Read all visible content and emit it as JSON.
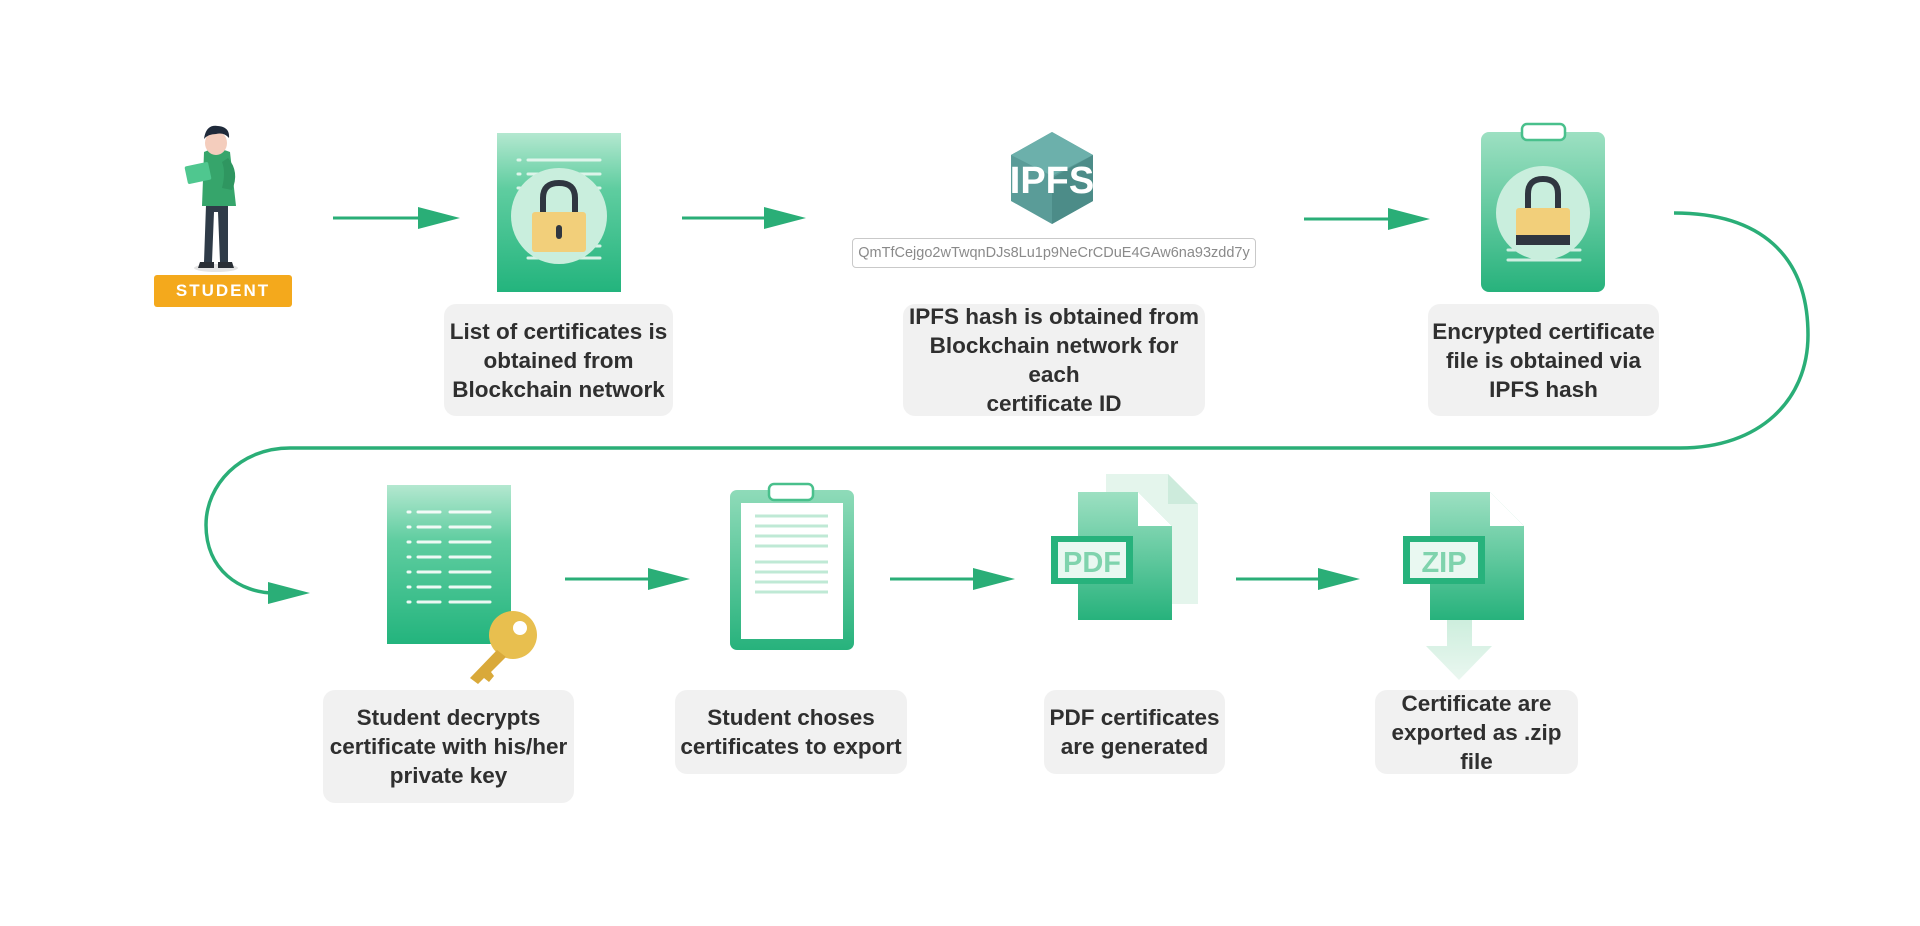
{
  "actor": {
    "label": "STUDENT"
  },
  "ipfs": {
    "logo_text": "IPFS",
    "hash": "QmTfCejgo2wTwqnDJs8Lu1p9NeCrCDuE4GAw6na93zdd7y"
  },
  "file_badges": {
    "pdf": "PDF",
    "zip": "ZIP"
  },
  "steps": [
    {
      "text": "List of certificates is\nobtained from\nBlockchain network"
    },
    {
      "text": "IPFS hash is obtained from\nBlockchain network for each\ncertificate ID"
    },
    {
      "text": "Encrypted certificate\nfile is obtained via\nIPFS hash"
    },
    {
      "text": "Student decrypts\ncertificate with his/her\nprivate key"
    },
    {
      "text": "Student choses\ncertificates to export"
    },
    {
      "text": "PDF certificates\nare generated"
    },
    {
      "text": "Certificate are\nexported as .zip file"
    }
  ],
  "colors": {
    "green": "#2aae77",
    "green_light": "#a8e3c8",
    "lock_body": "#f2cf7a",
    "lock_shackle": "#2f3640",
    "badge": "#f4a91c",
    "ipfs_logo": "#5a9c98",
    "key": "#e8bf4f"
  }
}
